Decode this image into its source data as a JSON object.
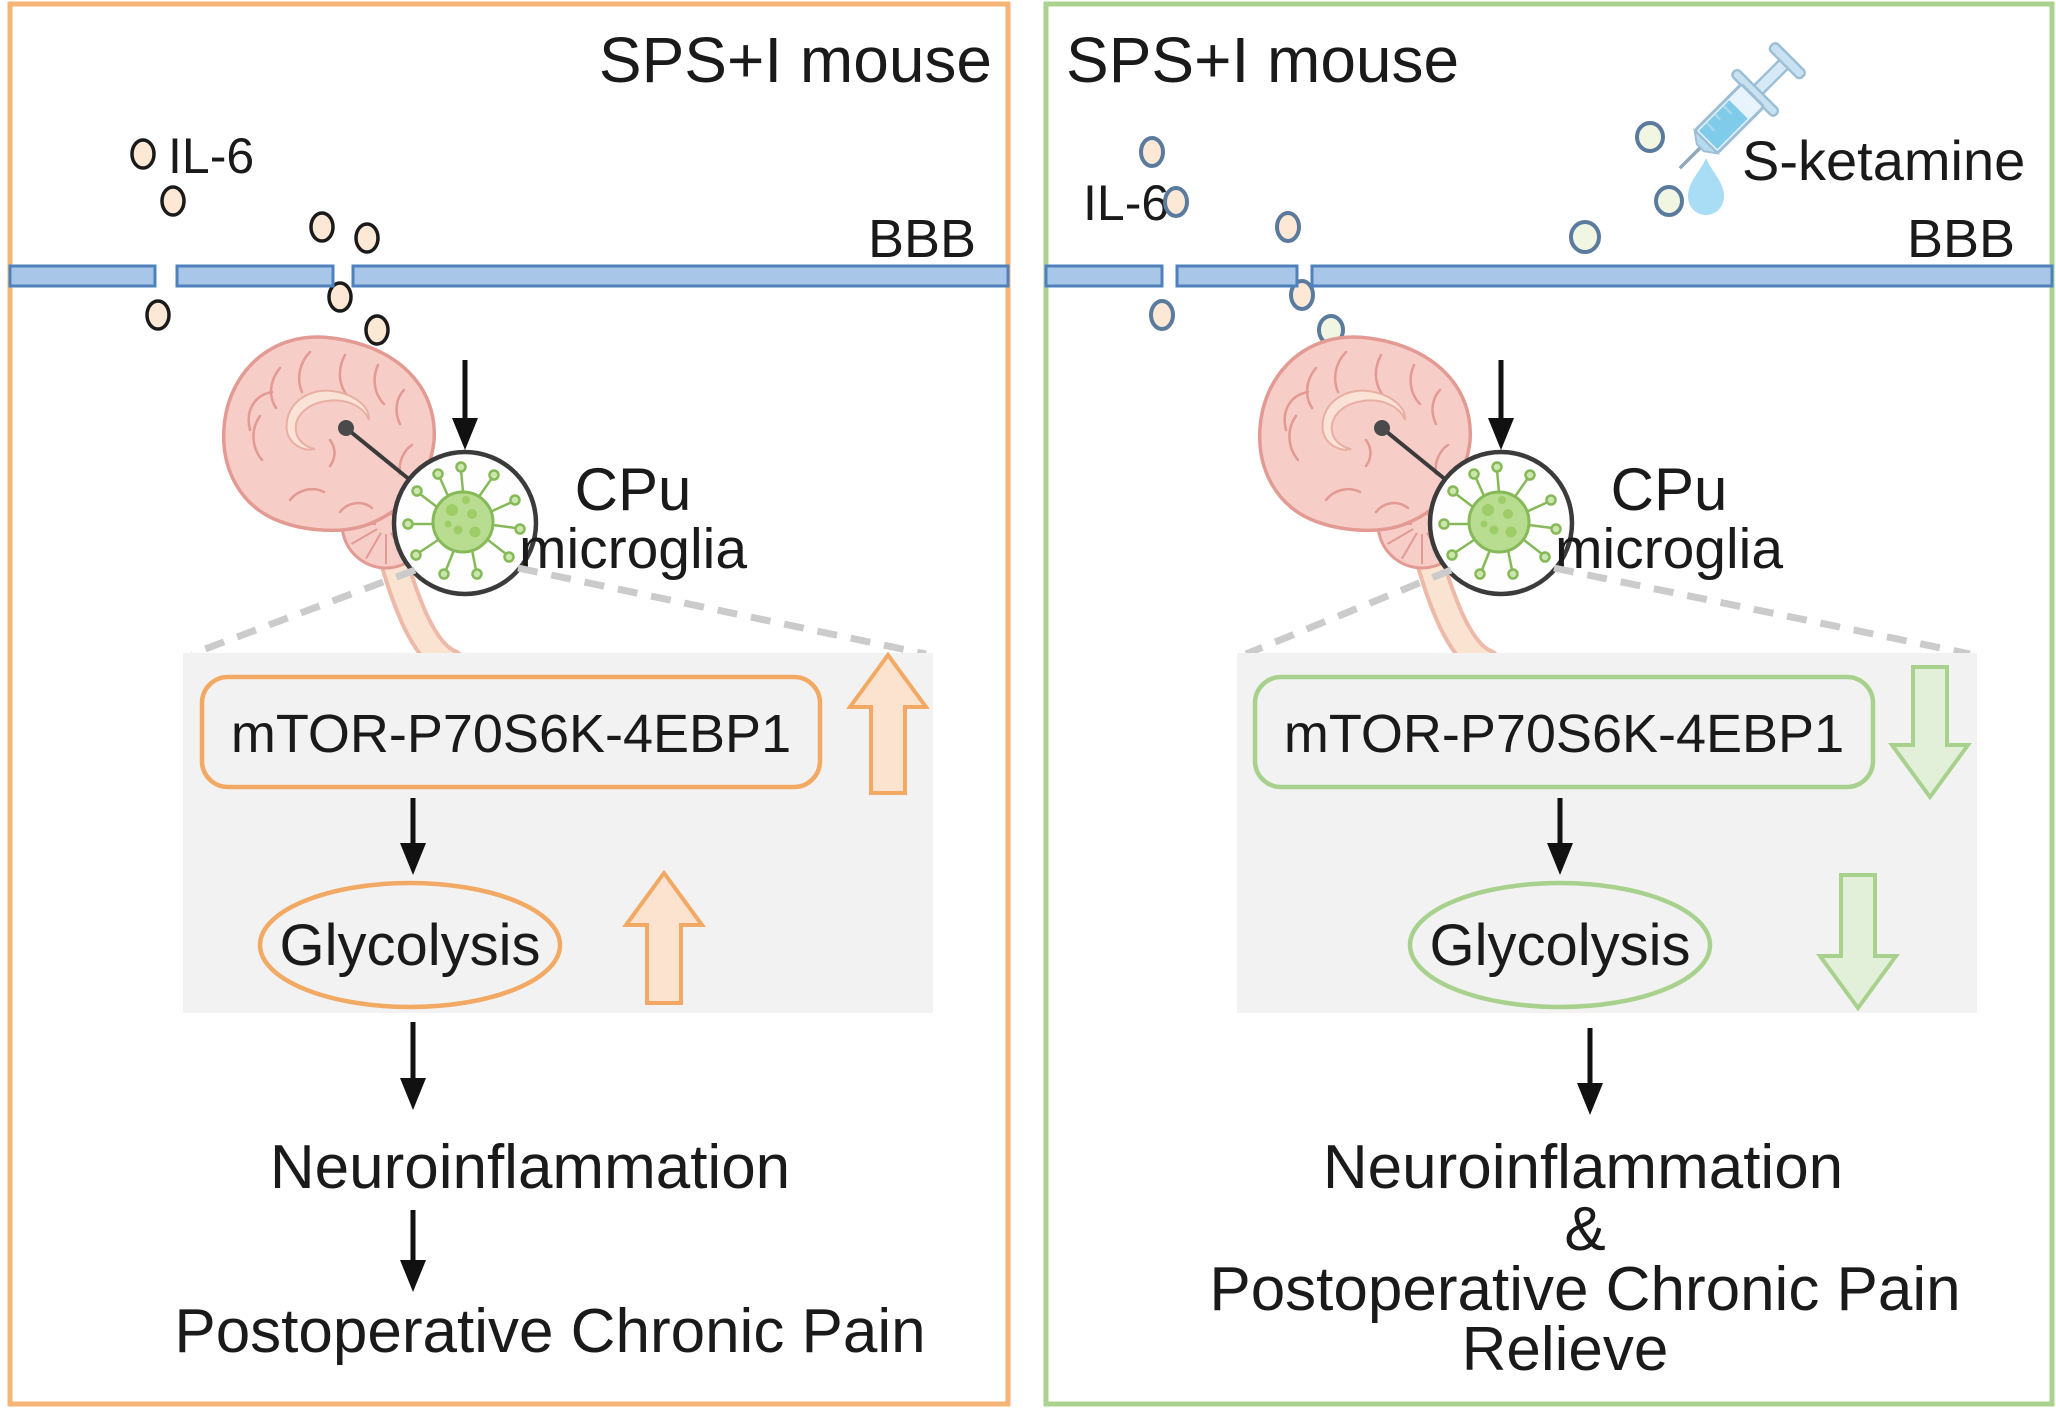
{
  "figure_type": "graphical-abstract-diagram",
  "colors": {
    "left_border": "#F5B577",
    "left_accent": "#F2A964",
    "left_arrow_fill": "#FBE3CF",
    "right_border": "#ABD28F",
    "right_accent": "#A9D18E",
    "right_arrow_fill": "#E3F0D9",
    "bbb_fill": "#A8C6E8",
    "bbb_stroke": "#4F81BD",
    "inner_box_bg": "#F2F2F2",
    "il6_circle_fill": "#FCE8D5",
    "sketamine_circle_fill": "#F1F6E3",
    "right_circle_stroke": "#5B7B9E",
    "brain_fill": "#F7CDC8",
    "brain_stroke": "#E29A92",
    "microglia_fill": "#B9DD90",
    "microglia_stroke": "#86B958",
    "syringe_blue": "#7FCBEA",
    "droplet_blue": "#A9DDF5",
    "dash_gray": "#CBCBCB"
  },
  "left_panel": {
    "title": "SPS+I mouse",
    "il6_label": "IL-6",
    "bbb_label": "BBB",
    "cpu_label_line1": "CPu",
    "cpu_label_line2": "microglia",
    "pathway_label": "mTOR-P70S6K-4EBP1",
    "pathway_direction": "increase",
    "glycolysis_label": "Glycolysis",
    "glycolysis_direction": "increase",
    "outcome_line1": "Neuroinflammation",
    "outcome_line2": "Postoperative Chronic Pain"
  },
  "right_panel": {
    "title": "SPS+I mouse",
    "il6_label": "IL-6",
    "sketamine_label": "S-ketamine",
    "bbb_label": "BBB",
    "cpu_label_line1": "CPu",
    "cpu_label_line2": "microglia",
    "pathway_label": "mTOR-P70S6K-4EBP1",
    "pathway_direction": "decrease",
    "glycolysis_label": "Glycolysis",
    "glycolysis_direction": "decrease",
    "outcome_line1": "Neuroinflammation",
    "outcome_line2": "&",
    "outcome_line3": "Postoperative Chronic Pain",
    "outcome_line4": "Relieve"
  }
}
